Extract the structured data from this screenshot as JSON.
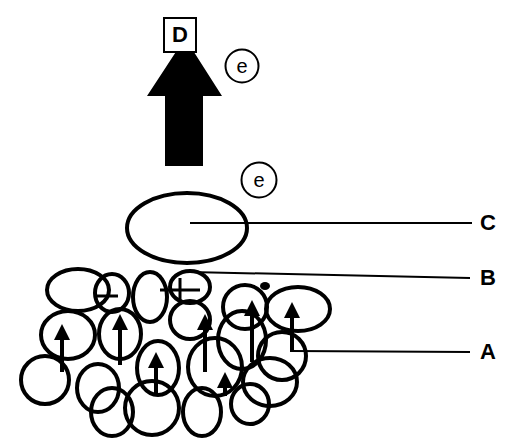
{
  "diagram": {
    "nodes": [
      {
        "text": [
          "D"
        ]
      },
      {
        "text": [
          "e"
        ]
      },
      {
        "text": [
          "e"
        ]
      }
    ],
    "labels": [
      "C",
      "B",
      "A"
    ]
  }
}
